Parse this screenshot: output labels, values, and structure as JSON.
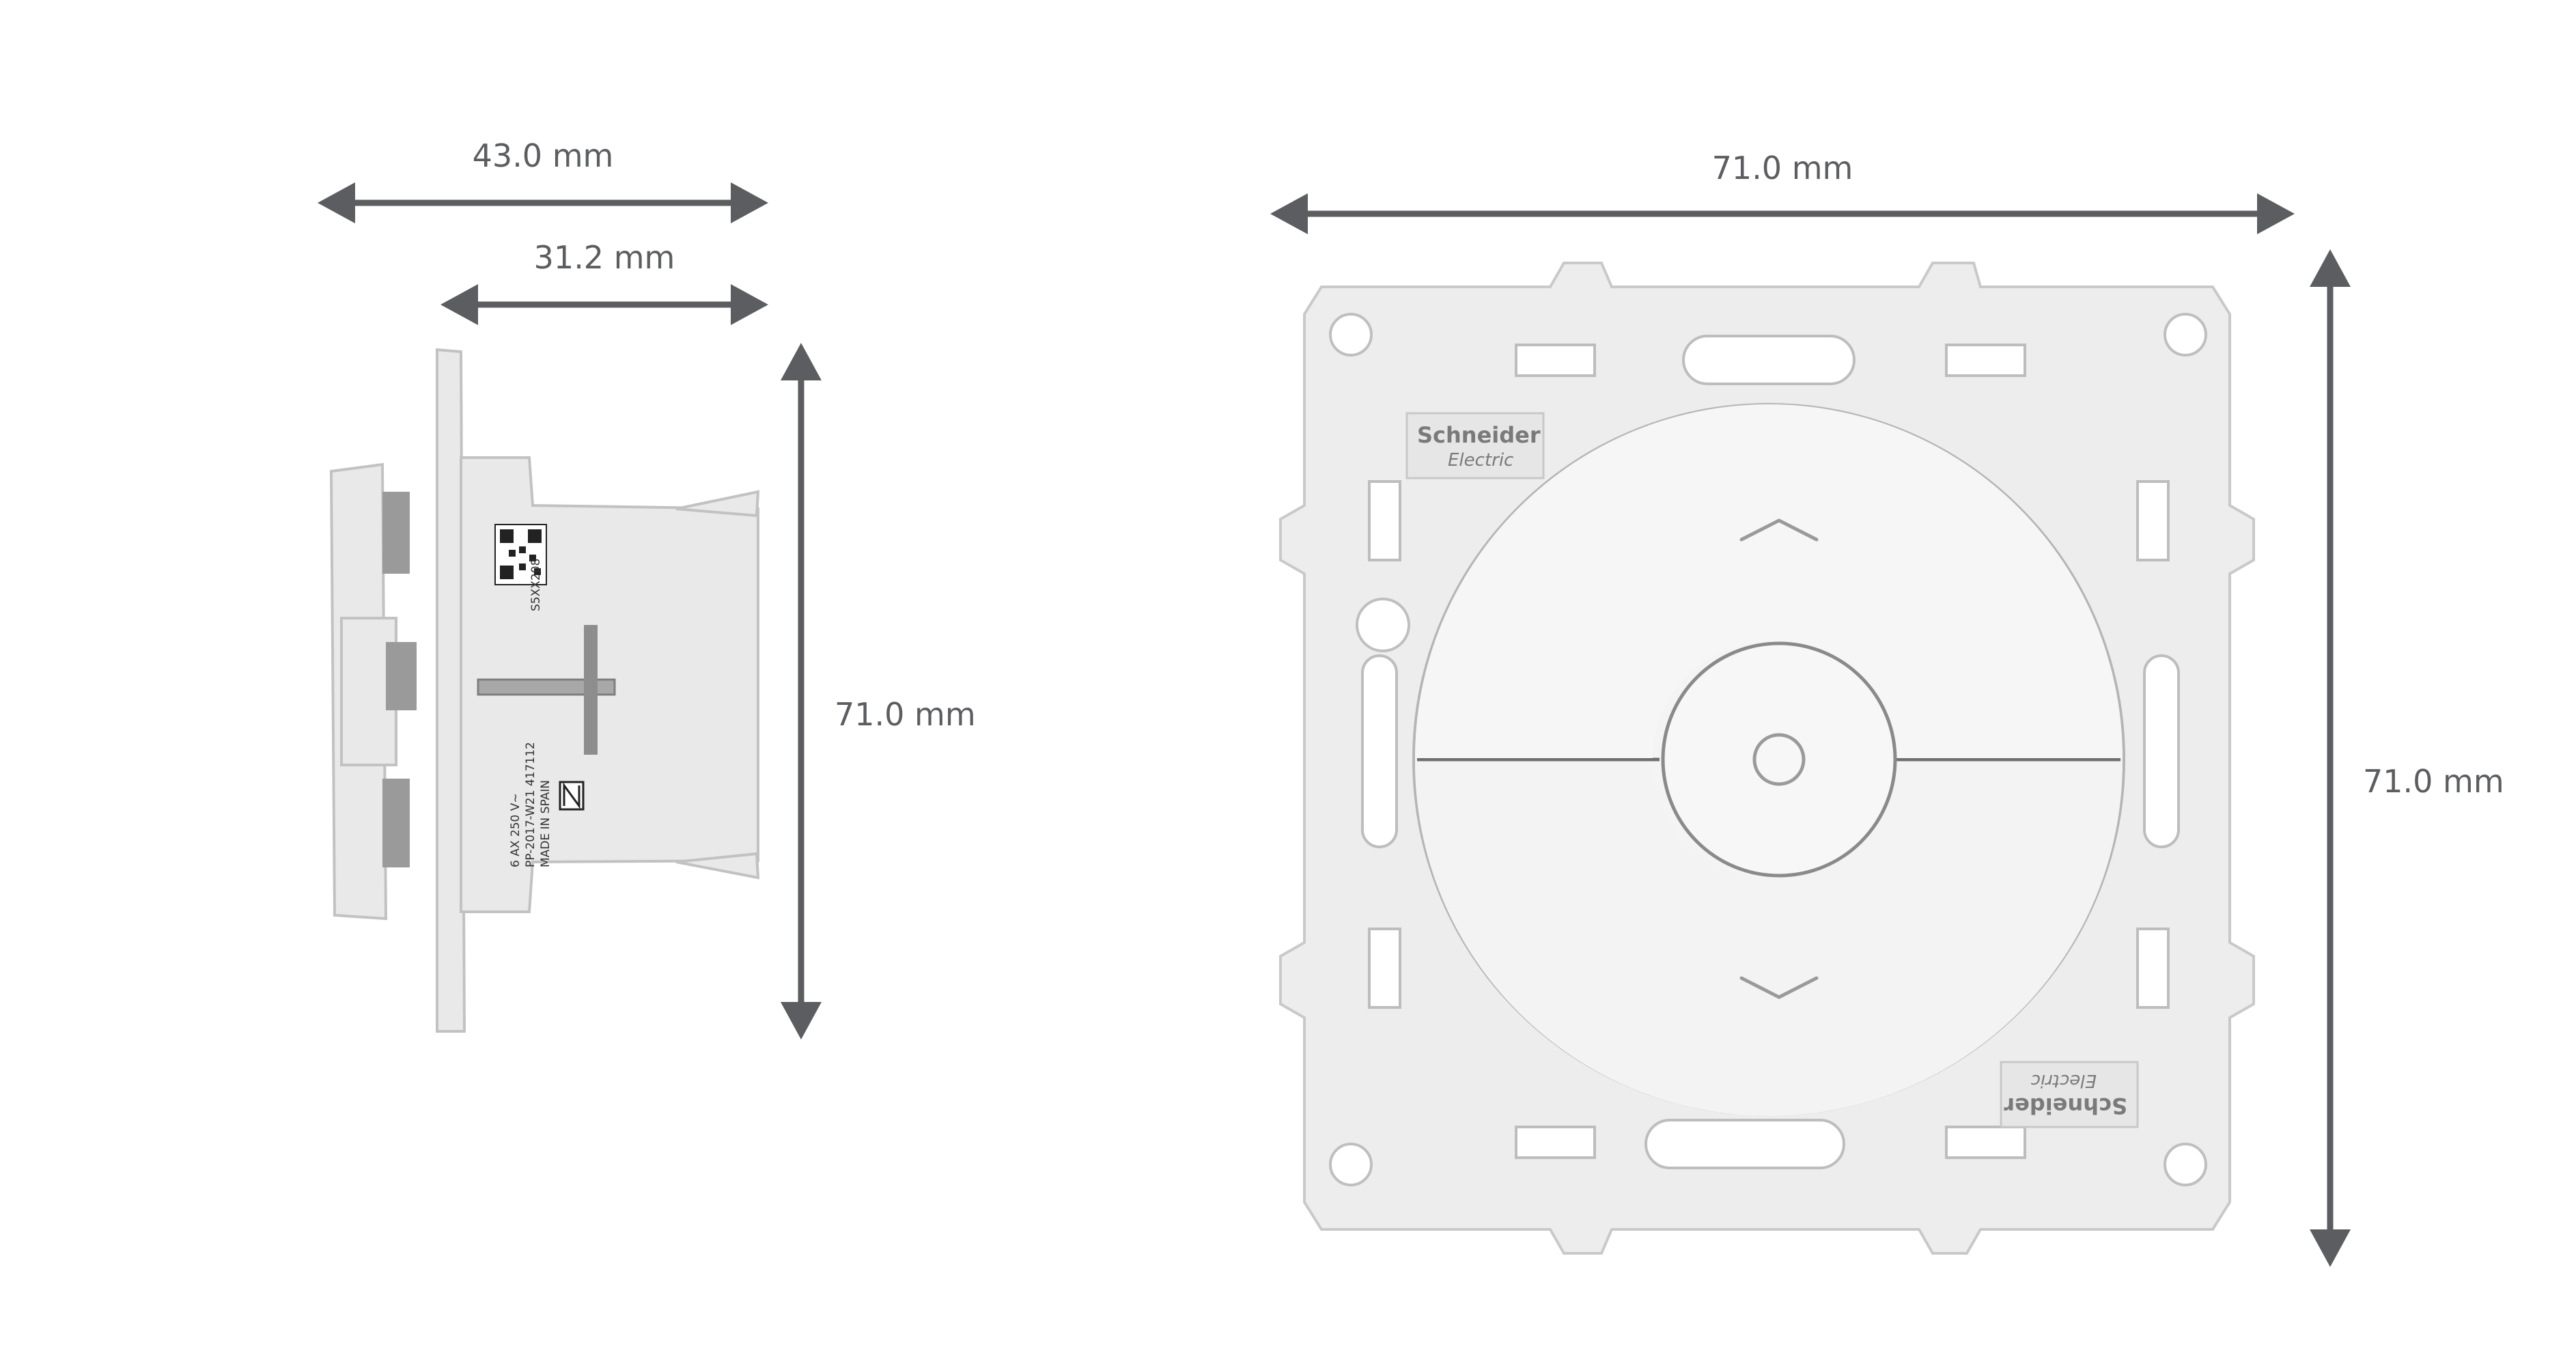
{
  "dimensions": {
    "side_depth_total": "43.0 mm",
    "side_depth_body": "31.2 mm",
    "side_height": "71.0 mm",
    "front_width": "71.0 mm",
    "front_height": "71.0 mm"
  },
  "branding": {
    "brand_top_line1": "Schneider",
    "brand_top_line2": "Electric",
    "brand_bottom_line1": "Schneider",
    "brand_bottom_line2": "Electric"
  },
  "side_label": {
    "line1": "S5XX208",
    "line2": "6 AX 250 V~",
    "line3": "PP-2017-W21   417112",
    "line4": "MADE IN SPAIN"
  },
  "icons": {
    "up_control": "chevron-up-icon",
    "down_control": "chevron-down-icon",
    "center_control": "circle-stop-icon",
    "qr": "qr-code-icon"
  },
  "colors": {
    "dimension": "#5b5d60",
    "plate": "#ededed",
    "button": "#f4f4f4"
  }
}
